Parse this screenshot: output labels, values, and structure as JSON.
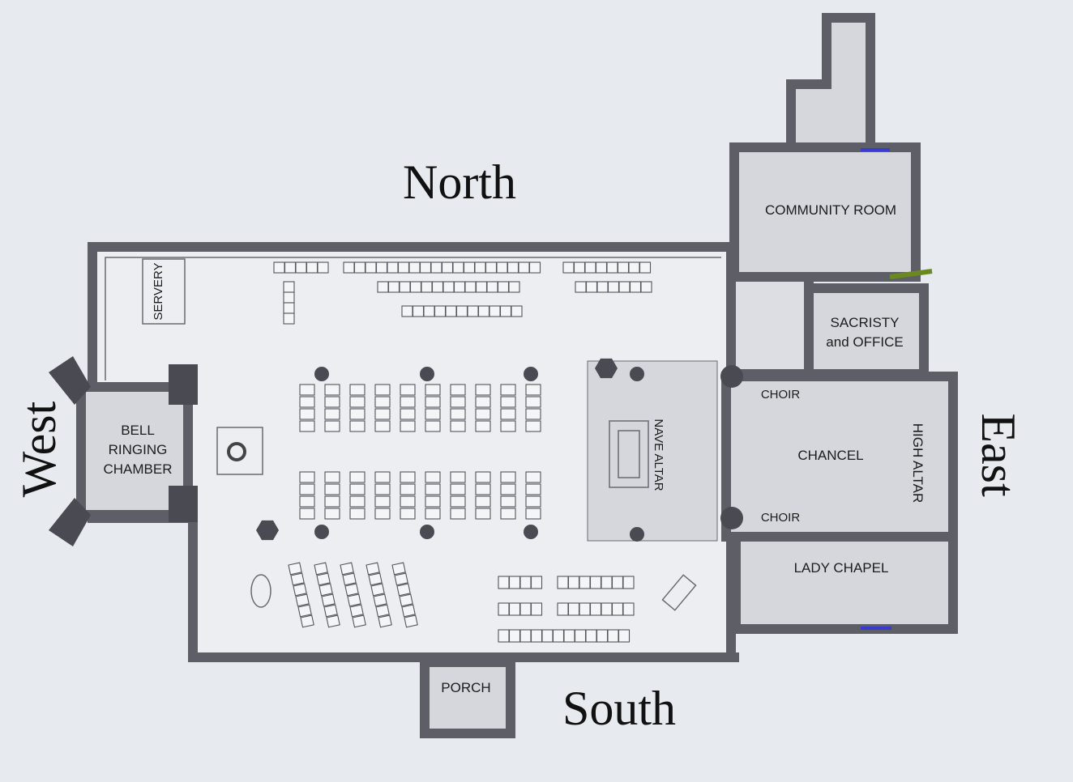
{
  "compass": {
    "north": "North",
    "south": "South",
    "east": "East",
    "west": "West"
  },
  "rooms": {
    "community_room": "COMMUNITY ROOM",
    "sacristy_line1": "SACRISTY",
    "sacristy_line2": "and OFFICE",
    "choir_north": "CHOIR",
    "choir_south": "CHOIR",
    "chancel": "CHANCEL",
    "high_altar": "HIGH ALTAR",
    "lady_chapel": "LADY CHAPEL",
    "nave_altar": "NAVE ALTAR",
    "bell_line1": "BELL",
    "bell_line2": "RINGING",
    "bell_line3": "CHAMBER",
    "servery": "SERVERY",
    "porch": "PORCH"
  },
  "colors": {
    "wall": "#5e5e66",
    "room": "#d5d7dd",
    "nave": "#eceef1",
    "background": "#e7eaee"
  }
}
